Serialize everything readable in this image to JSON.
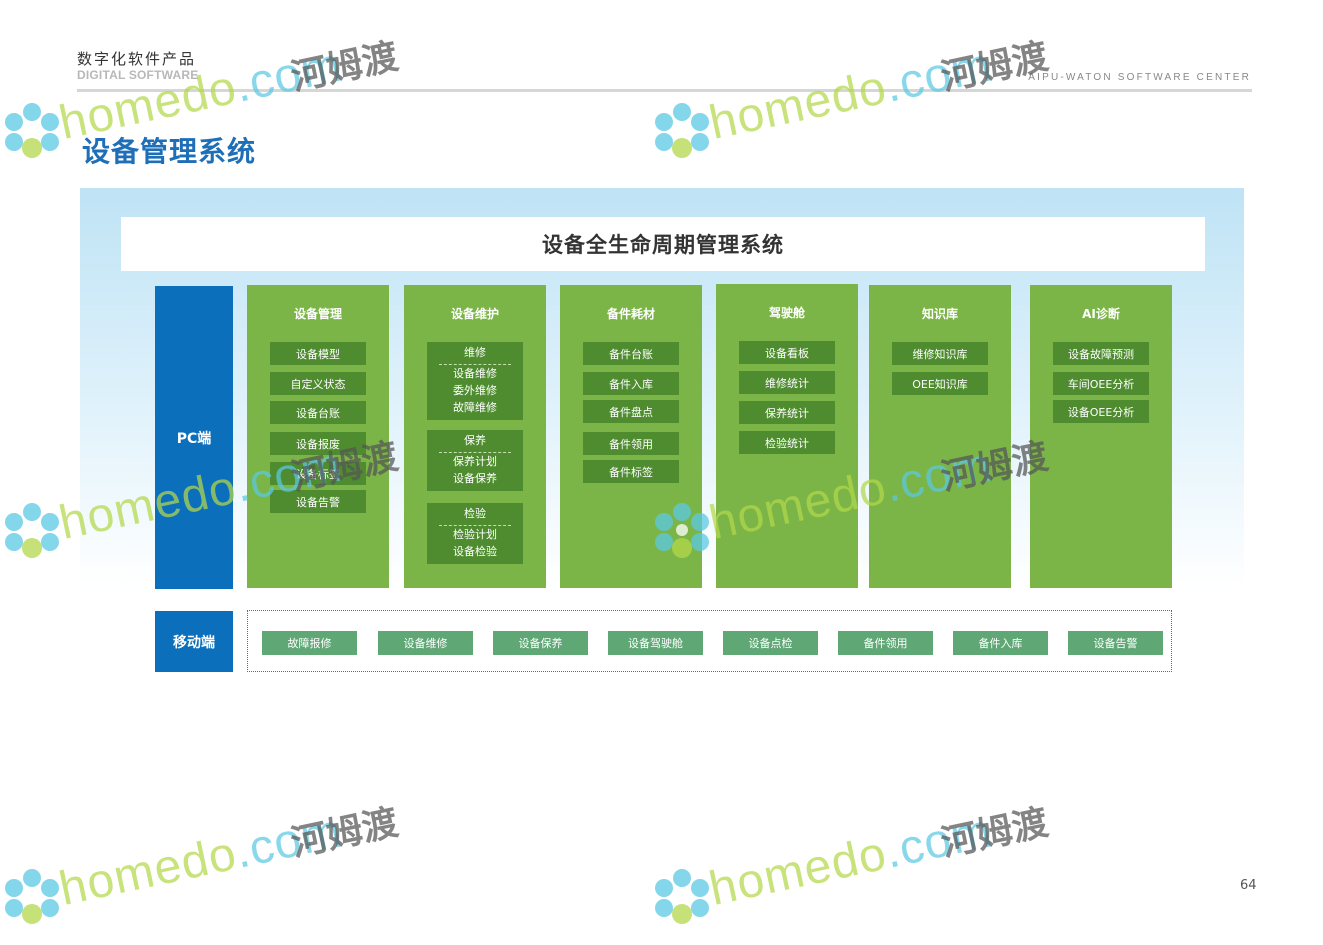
{
  "header": {
    "title": "数字化软件产品",
    "subtitle": "DIGITAL SOFTWARE",
    "right": "AIPU-WATON SOFTWARE CENTER"
  },
  "page_title": "设备管理系统",
  "banner": "设备全生命周期管理系统",
  "pc_label": "PC端",
  "mobile_label": "移动端",
  "columns": [
    {
      "title": "设备管理",
      "items": [
        "设备模型",
        "自定义状态",
        "设备台账",
        "设备报废",
        "设备标签",
        "设备告警"
      ]
    },
    {
      "title": "设备维护",
      "groups": [
        {
          "head": "维修",
          "lines": [
            "设备维修",
            "委外维修",
            "故障维修"
          ]
        },
        {
          "head": "保养",
          "lines": [
            "保养计划",
            "设备保养"
          ]
        },
        {
          "head": "检验",
          "lines": [
            "检验计划",
            "设备检验"
          ]
        }
      ]
    },
    {
      "title": "备件耗材",
      "items": [
        "备件台账",
        "备件入库",
        "备件盘点",
        "备件领用",
        "备件标签"
      ]
    },
    {
      "title": "驾驶舱",
      "items": [
        "设备看板",
        "维修统计",
        "保养统计",
        "检验统计"
      ]
    },
    {
      "title": "知识库",
      "items": [
        "维修知识库",
        "OEE知识库"
      ]
    },
    {
      "title": "AI诊断",
      "items": [
        "设备故障预测",
        "车间OEE分析",
        "设备OEE分析"
      ]
    }
  ],
  "mobile_items": [
    "故障报修",
    "设备维修",
    "设备保养",
    "设备驾驶舱",
    "设备点检",
    "备件领用",
    "备件入库",
    "设备告警"
  ],
  "page_number": "64",
  "watermark": {
    "domain_a": "home",
    "domain_b": "do",
    "domain_c": ".com",
    "cn": "河姆渡"
  },
  "colors": {
    "title_blue": "#1e6fb8",
    "side_blue": "#0b6fbc",
    "column_green": "#7bb547",
    "item_green": "#4e8c2f",
    "mobile_green": "#5fa876"
  }
}
